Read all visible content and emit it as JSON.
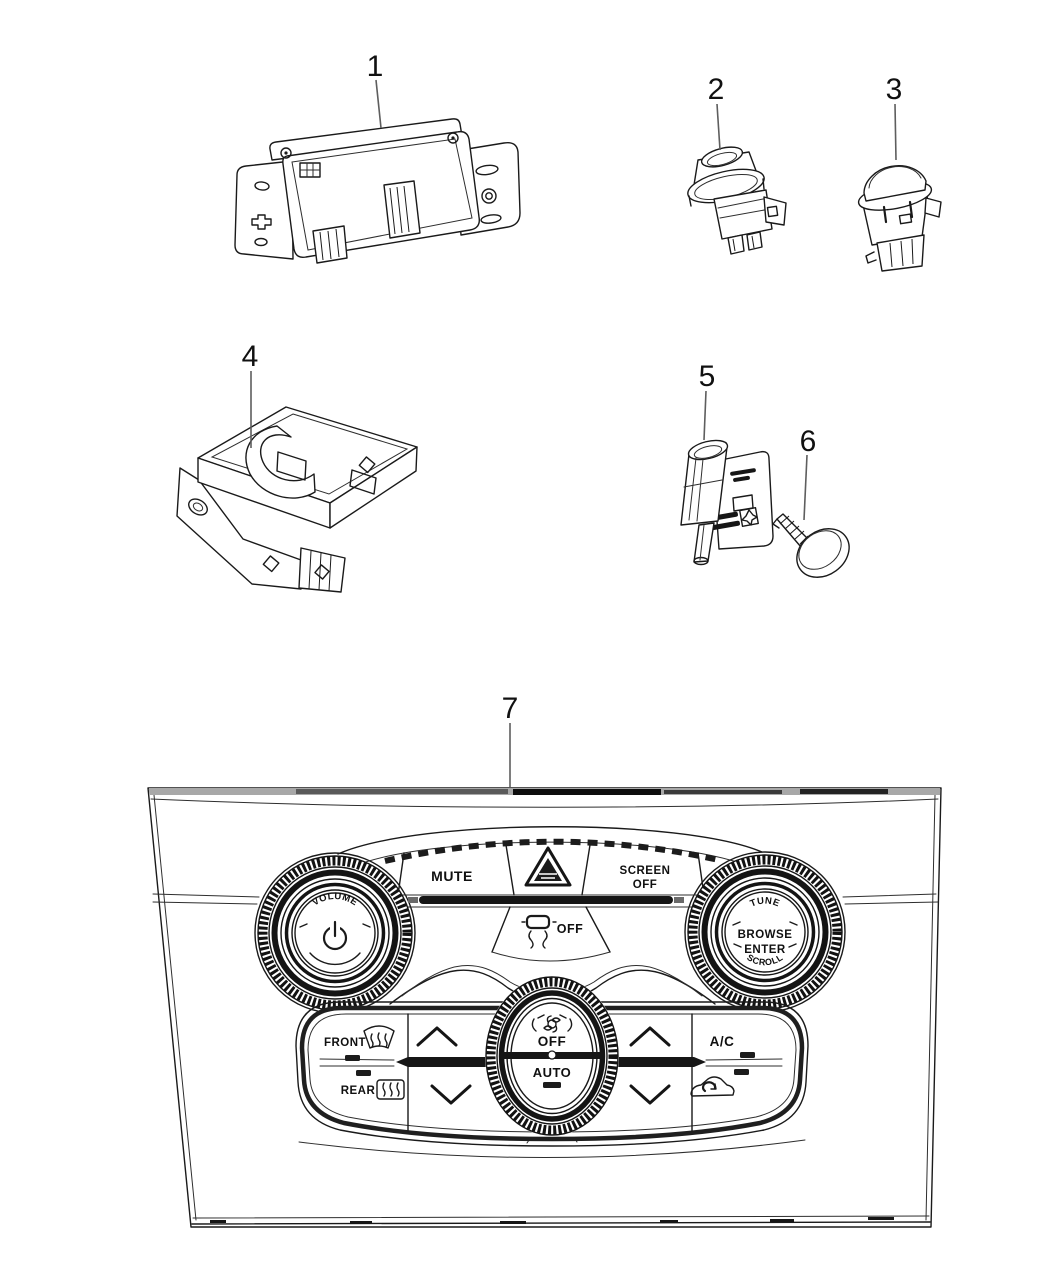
{
  "diagram": {
    "type": "parts-diagram",
    "background": "#ffffff",
    "line_color": "#1a1a1a",
    "trim_color": "#9e9e9e",
    "callouts": [
      {
        "label": "1"
      },
      {
        "label": "2"
      },
      {
        "label": "3"
      },
      {
        "label": "4"
      },
      {
        "label": "5"
      },
      {
        "label": "6"
      },
      {
        "label": "7"
      }
    ]
  },
  "panel": {
    "top_row": {
      "mute": "MUTE",
      "hazard_icon": "warning-triangle",
      "screen_off_line1": "SCREEN",
      "screen_off_line2": "OFF"
    },
    "esc_button": {
      "off": "OFF",
      "icon": "traction-control-car"
    },
    "volume_knob": {
      "arc": "VOLUME",
      "icon": "power-symbol"
    },
    "tune_knob": {
      "arc_top": "TUNE",
      "center_line1": "BROWSE",
      "center_line2": "ENTER",
      "arc_bottom": "SCROLL"
    },
    "climate": {
      "front": "FRONT",
      "rear": "REAR",
      "ac": "A/C",
      "knob_off": "OFF",
      "knob_auto": "AUTO",
      "fan_icon": "fan",
      "recirc_icon": "recirculation-car"
    }
  }
}
